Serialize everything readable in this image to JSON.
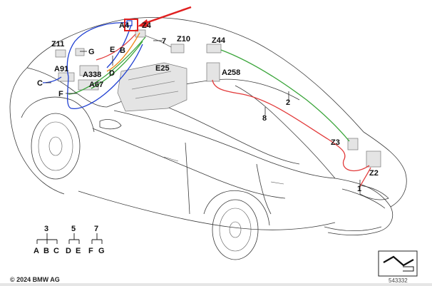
{
  "labels": {
    "A4": "A4",
    "Z4": "Z4",
    "Z11": "Z11",
    "G": "G",
    "E": "E",
    "B": "B",
    "7": "7",
    "Z10": "Z10",
    "Z44": "Z44",
    "A91": "A91",
    "D": "D",
    "A338": "A338",
    "E25": "E25",
    "A258": "A258",
    "C": "C",
    "A67": "A67",
    "F": "F",
    "2": "2",
    "8": "8",
    "Z3": "Z3",
    "Z2": "Z2",
    "1": "1"
  },
  "legend": {
    "groups": [
      {
        "number": "3",
        "letters": "ABC",
        "items": [
          "A",
          "B",
          "C"
        ]
      },
      {
        "number": "5",
        "letters": "DE",
        "items": [
          "D",
          "E"
        ]
      },
      {
        "number": "7",
        "letters": "FG",
        "items": [
          "F",
          "G"
        ]
      }
    ]
  },
  "footer": {
    "copyright": "© 2024 BMW AG",
    "diagram_number": "543332"
  },
  "wire_colors": {
    "blue": "#1f3fd1",
    "green": "#3aa53a",
    "red": "#e23a3a",
    "orange": "#f08a1c",
    "arrow": "#e02020",
    "highlight_box": "#e02020"
  }
}
